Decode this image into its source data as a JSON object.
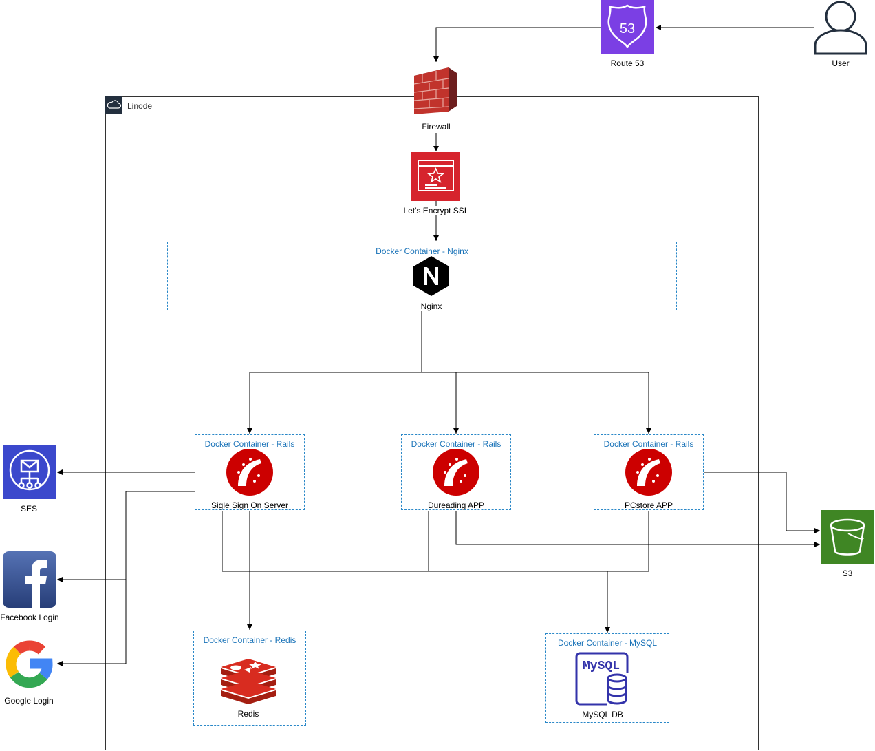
{
  "linode": {
    "label": "Linode"
  },
  "external": {
    "user": "User",
    "route53": "Route 53",
    "route53_badge": "53",
    "ses": "SES",
    "facebook": "Facebook Login",
    "google": "Google Login",
    "s3": "S3"
  },
  "nodes": {
    "firewall": "Firewall",
    "ssl": "Let's Encrypt SSL",
    "nginx": "Nginx",
    "sso": "Sigle Sign On Server",
    "dureading": "Dureading APP",
    "pcstore": "PCstore APP",
    "redis": "Redis",
    "mysql": "MySQL DB",
    "mysql_logo": "MySQL"
  },
  "containers": {
    "nginx": "Docker Container - Nginx",
    "rails_sso": "Docker Container - Rails",
    "rails_dureading": "Docker Container - Rails",
    "rails_pcstore": "Docker Container - Rails",
    "redis": "Docker Container - Redis",
    "mysql": "Docker Container - MySQL"
  },
  "colors": {
    "route53": "#7b3fe4",
    "ssl": "#d6242d",
    "ses": "#3b48cc",
    "s3": "#3f8624",
    "rails": "#cc0000",
    "redis": "#c6302b",
    "mysql": "#3333aa",
    "container_border": "#2a88c8"
  }
}
